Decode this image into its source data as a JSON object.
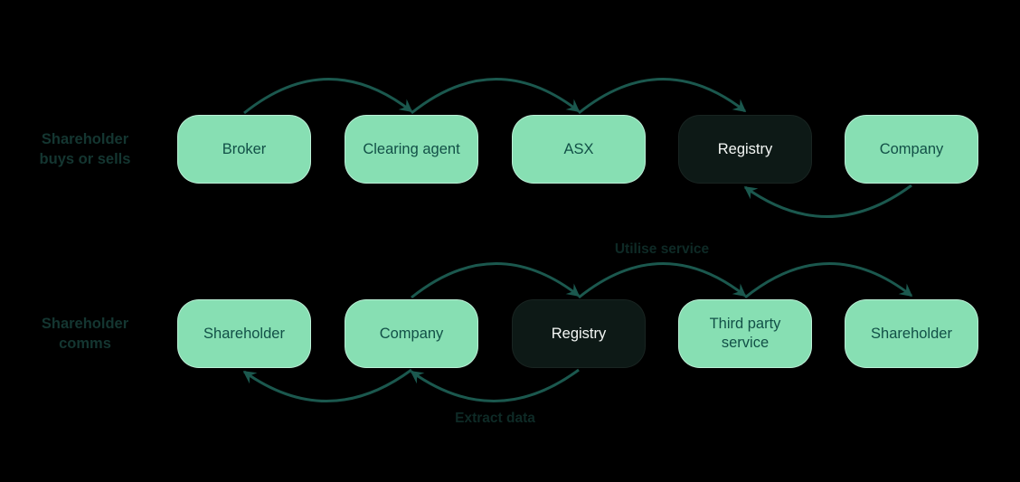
{
  "diagram": {
    "colors": {
      "background": "#000000",
      "node_fill": "#87DFB3",
      "node_text": "#125047",
      "node_dark_fill": "#0D1916",
      "node_dark_text": "#F4F7F5",
      "arrow": "#1B584E",
      "row_label": "#143631",
      "edge_label": "#0E2A26"
    },
    "rows": [
      {
        "label_lines": [
          "Shareholder",
          "buys or sells"
        ],
        "nodes": [
          {
            "id": "broker",
            "label": "Broker",
            "variant": "green"
          },
          {
            "id": "clearing-agent",
            "label": "Clearing agent",
            "variant": "green"
          },
          {
            "id": "asx",
            "label": "ASX",
            "variant": "green"
          },
          {
            "id": "registry-1",
            "label": "Registry",
            "variant": "dark"
          },
          {
            "id": "company-1",
            "label": "Company",
            "variant": "green"
          }
        ]
      },
      {
        "label_lines": [
          "Shareholder",
          "comms"
        ],
        "nodes": [
          {
            "id": "shareholder-1",
            "label": "Shareholder",
            "variant": "green"
          },
          {
            "id": "company-2",
            "label": "Company",
            "variant": "green"
          },
          {
            "id": "registry-2",
            "label": "Registry",
            "variant": "dark"
          },
          {
            "id": "third-party-service",
            "label": "Third party service",
            "variant": "green"
          },
          {
            "id": "shareholder-2",
            "label": "Shareholder",
            "variant": "green"
          }
        ]
      }
    ],
    "edges": [
      {
        "from": "broker",
        "to": "clearing-agent",
        "side": "top",
        "label": ""
      },
      {
        "from": "clearing-agent",
        "to": "asx",
        "side": "top",
        "label": ""
      },
      {
        "from": "asx",
        "to": "registry-1",
        "side": "top",
        "label": ""
      },
      {
        "from": "company-1",
        "to": "registry-1",
        "side": "bottom",
        "label": ""
      },
      {
        "from": "company-2",
        "to": "registry-2",
        "side": "top",
        "label": ""
      },
      {
        "from": "registry-2",
        "to": "third-party-service",
        "side": "top",
        "label": "Utilise service"
      },
      {
        "from": "third-party-service",
        "to": "shareholder-2",
        "side": "top",
        "label": ""
      },
      {
        "from": "registry-2",
        "to": "company-2",
        "side": "bottom",
        "label": "Extract data"
      },
      {
        "from": "company-2",
        "to": "shareholder-1",
        "side": "bottom",
        "label": ""
      }
    ]
  }
}
